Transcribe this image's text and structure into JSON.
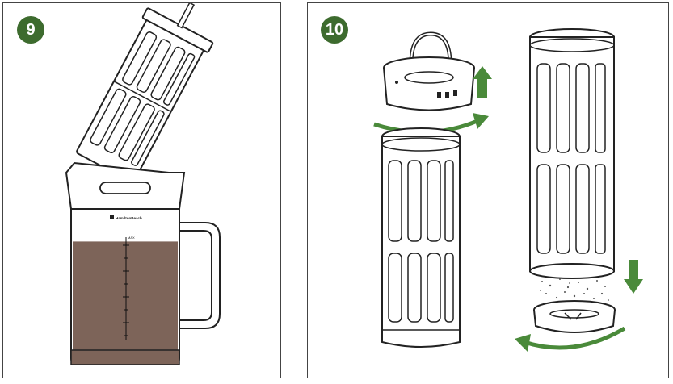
{
  "colors": {
    "badge": "#3d6b2e",
    "arrow": "#4a8a3a",
    "liquid": "#7d6459",
    "outline": "#222222"
  },
  "steps": [
    {
      "number": "9"
    },
    {
      "number": "10"
    }
  ],
  "pitcher": {
    "brand": "HamiltonBeach",
    "scale_top": "MAX",
    "scale_label": "",
    "fill_fraction": 0.6
  },
  "icons": {
    "up": "arrow-up-icon",
    "down": "arrow-down-icon",
    "rotate_cw": "rotate-clockwise-icon",
    "rotate_ccw": "rotate-counterclockwise-icon"
  }
}
